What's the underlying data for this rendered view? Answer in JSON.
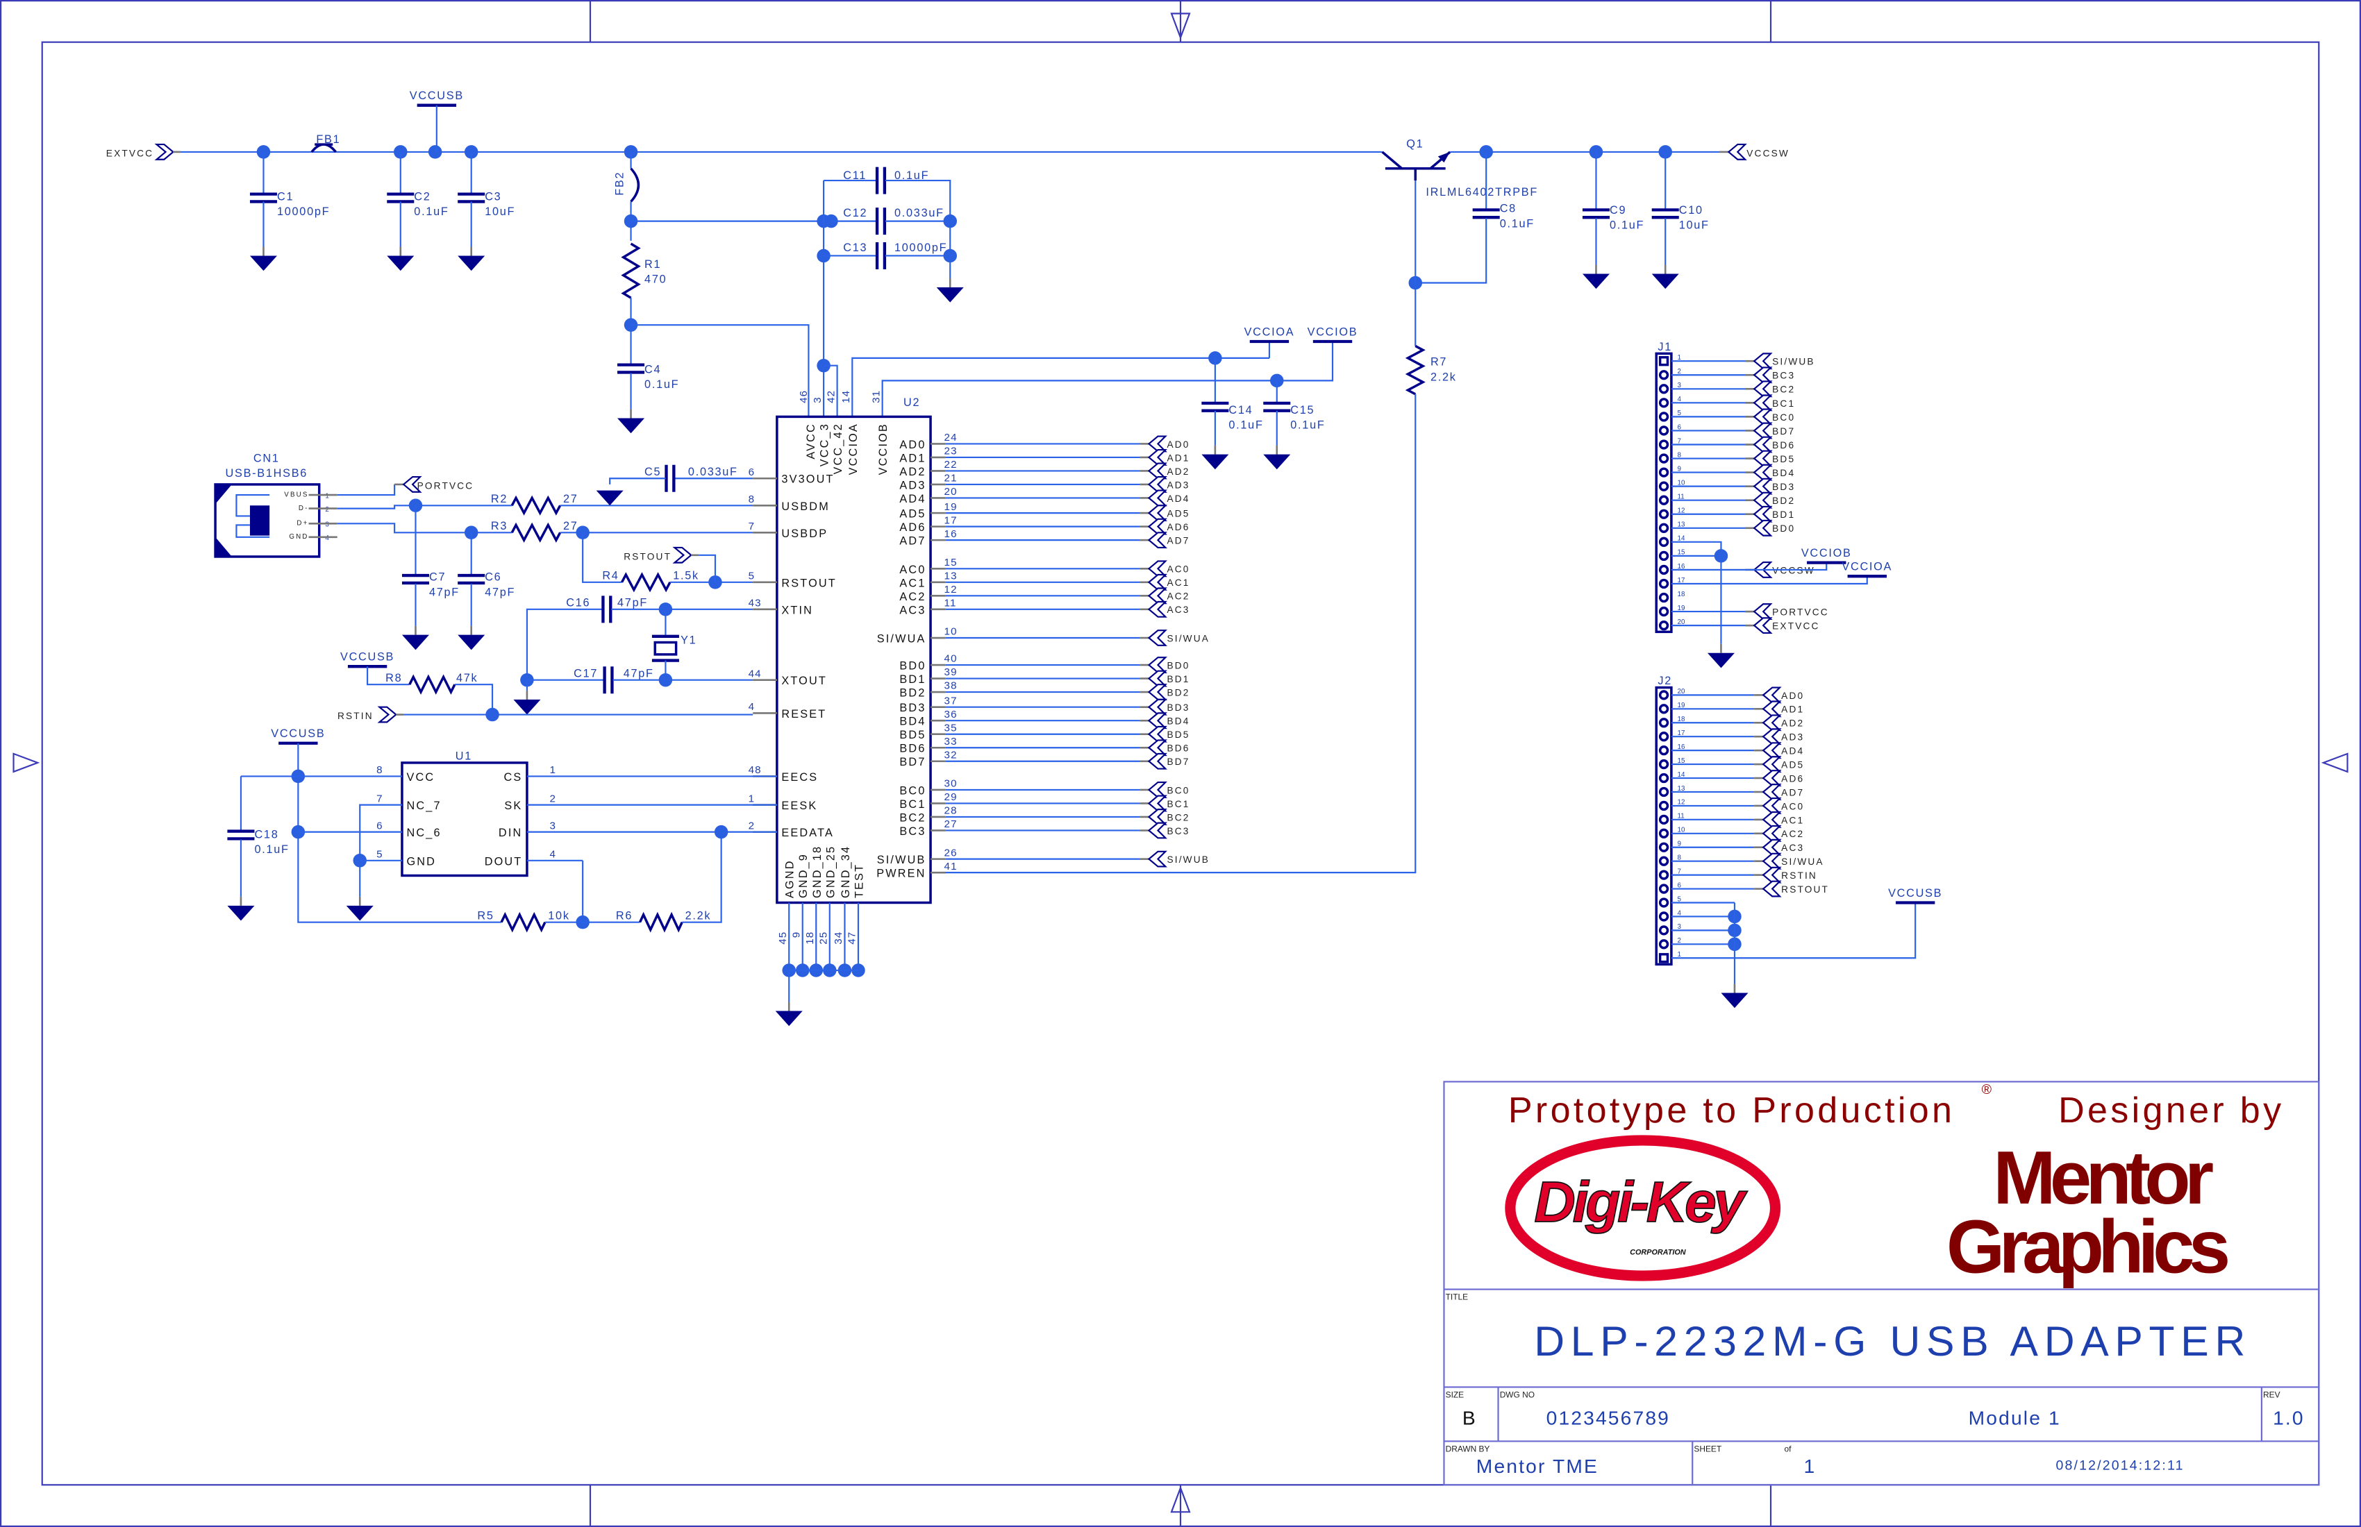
{
  "colors": {
    "wire": "#2a62e8",
    "symbol": "#00008b",
    "junction": "#2a5fe0",
    "slogan": "#8b0000",
    "digikey": "#e0002a",
    "text": "#1e3fae"
  },
  "titleblock": {
    "slogan": "Prototype to Production",
    "reg": "®",
    "designer": "Designer by",
    "digikey_logo": "Digi-Key",
    "digikey_corp": "CORPORATION",
    "mentor_logo_1": "Mentor",
    "mentor_logo_2": "Graphics",
    "title_label": "TITLE",
    "title": "DLP-2232M-G USB ADAPTER",
    "size_label": "SIZE",
    "size": "B",
    "dwg_label": "DWG NO",
    "dwg_no": "0123456789",
    "module": "Module 1",
    "rev_label": "REV",
    "rev": "1.0",
    "drawn_label": "DRAWN BY",
    "drawn_by": "Mentor TME",
    "sheet_label": "SHEET",
    "of_label": "of",
    "sheet": "1",
    "date": "08/12/2014:12:11"
  },
  "nets": {
    "extvcc": "EXTVCC",
    "vccusb": "VCCUSB",
    "vccsw": "VCCSW",
    "vccioa": "VCCIOA",
    "vcciob": "VCCIOB",
    "portvcc": "PORTVCC",
    "rstout": "RSTOUT",
    "rstin": "RSTIN"
  },
  "parts": {
    "FB1": {
      "ref": "FB1"
    },
    "FB2": {
      "ref": "FB2"
    },
    "C1": {
      "ref": "C1",
      "value": "10000pF"
    },
    "C2": {
      "ref": "C2",
      "value": "0.1uF"
    },
    "C3": {
      "ref": "C3",
      "value": "10uF"
    },
    "C4": {
      "ref": "C4",
      "value": "0.1uF"
    },
    "C5": {
      "ref": "C5",
      "value": "0.033uF"
    },
    "C6": {
      "ref": "C6",
      "value": "47pF"
    },
    "C7": {
      "ref": "C7",
      "value": "47pF"
    },
    "C8": {
      "ref": "C8",
      "value": "0.1uF"
    },
    "C9": {
      "ref": "C9",
      "value": "0.1uF"
    },
    "C10": {
      "ref": "C10",
      "value": "10uF"
    },
    "C11": {
      "ref": "C11",
      "value": "0.1uF"
    },
    "C12": {
      "ref": "C12",
      "value": "0.033uF"
    },
    "C13": {
      "ref": "C13",
      "value": "10000pF"
    },
    "C14": {
      "ref": "C14",
      "value": "0.1uF"
    },
    "C15": {
      "ref": "C15",
      "value": "0.1uF"
    },
    "C16": {
      "ref": "C16",
      "value": "47pF"
    },
    "C17": {
      "ref": "C17",
      "value": "47pF"
    },
    "C18": {
      "ref": "C18",
      "value": "0.1uF"
    },
    "R1": {
      "ref": "R1",
      "value": "470"
    },
    "R2": {
      "ref": "R2",
      "value": "27"
    },
    "R3": {
      "ref": "R3",
      "value": "27"
    },
    "R4": {
      "ref": "R4",
      "value": "1.5k"
    },
    "R5": {
      "ref": "R5",
      "value": "10k"
    },
    "R6": {
      "ref": "R6",
      "value": "2.2k"
    },
    "R7": {
      "ref": "R7",
      "value": "2.2k"
    },
    "R8": {
      "ref": "R8",
      "value": "47k"
    },
    "Q1": {
      "ref": "Q1",
      "value": "IRLML6402TRPBF"
    },
    "Y1": {
      "ref": "Y1"
    },
    "CN1": {
      "ref": "CN1",
      "value": "USB-B1HSB6",
      "pins": [
        {
          "name": "VBUS",
          "pin": "1"
        },
        {
          "name": "D-",
          "pin": "2"
        },
        {
          "name": "D+",
          "pin": "3"
        },
        {
          "name": "GND",
          "pin": "4"
        }
      ]
    }
  },
  "u2": {
    "ref": "U2",
    "top": [
      {
        "name": "AVCC",
        "pin": "46"
      },
      {
        "name": "VCC_3",
        "pin": "3"
      },
      {
        "name": "VCC_42",
        "pin": "42"
      },
      {
        "name": "VCCIOA",
        "pin": "14"
      },
      {
        "name": "VCCIOB",
        "pin": "31"
      }
    ],
    "left": [
      {
        "name": "3V3OUT",
        "pin": "6"
      },
      {
        "name": "USBDM",
        "pin": "8"
      },
      {
        "name": "USBDP",
        "pin": "7"
      },
      {
        "name": "RSTOUT",
        "pin": "5"
      },
      {
        "name": "XTIN",
        "pin": "43"
      },
      {
        "name": "XTOUT",
        "pin": "44"
      },
      {
        "name": "RESET",
        "pin": "4"
      },
      {
        "name": "EECS",
        "pin": "48"
      },
      {
        "name": "EESK",
        "pin": "1"
      },
      {
        "name": "EEDATA",
        "pin": "2"
      }
    ],
    "right": [
      {
        "name": "AD0",
        "pin": "24",
        "net": "AD0"
      },
      {
        "name": "AD1",
        "pin": "23",
        "net": "AD1"
      },
      {
        "name": "AD2",
        "pin": "22",
        "net": "AD2"
      },
      {
        "name": "AD3",
        "pin": "21",
        "net": "AD3"
      },
      {
        "name": "AD4",
        "pin": "20",
        "net": "AD4"
      },
      {
        "name": "AD5",
        "pin": "19",
        "net": "AD5"
      },
      {
        "name": "AD6",
        "pin": "17",
        "net": "AD6"
      },
      {
        "name": "AD7",
        "pin": "16",
        "net": "AD7"
      },
      {
        "name": "AC0",
        "pin": "15",
        "net": "AC0"
      },
      {
        "name": "AC1",
        "pin": "13",
        "net": "AC1"
      },
      {
        "name": "AC2",
        "pin": "12",
        "net": "AC2"
      },
      {
        "name": "AC3",
        "pin": "11",
        "net": "AC3"
      },
      {
        "name": "SI/WUA",
        "pin": "10",
        "net": "SI/WUA"
      },
      {
        "name": "BD0",
        "pin": "40",
        "net": "BD0"
      },
      {
        "name": "BD1",
        "pin": "39",
        "net": "BD1"
      },
      {
        "name": "BD2",
        "pin": "38",
        "net": "BD2"
      },
      {
        "name": "BD3",
        "pin": "37",
        "net": "BD3"
      },
      {
        "name": "BD4",
        "pin": "36",
        "net": "BD4"
      },
      {
        "name": "BD5",
        "pin": "35",
        "net": "BD5"
      },
      {
        "name": "BD6",
        "pin": "33",
        "net": "BD6"
      },
      {
        "name": "BD7",
        "pin": "32",
        "net": "BD7"
      },
      {
        "name": "BC0",
        "pin": "30",
        "net": "BC0"
      },
      {
        "name": "BC1",
        "pin": "29",
        "net": "BC1"
      },
      {
        "name": "BC2",
        "pin": "28",
        "net": "BC2"
      },
      {
        "name": "BC3",
        "pin": "27",
        "net": "BC3"
      },
      {
        "name": "SI/WUB",
        "pin": "26",
        "net": "SI/WUB"
      },
      {
        "name": "PWREN",
        "pin": "41"
      }
    ],
    "bottom": [
      {
        "name": "AGND",
        "pin": "45"
      },
      {
        "name": "GND_9",
        "pin": "9"
      },
      {
        "name": "GND_18",
        "pin": "18"
      },
      {
        "name": "GND_25",
        "pin": "25"
      },
      {
        "name": "GND_34",
        "pin": "34"
      },
      {
        "name": "TEST",
        "pin": "47"
      }
    ]
  },
  "u1": {
    "ref": "U1",
    "left": [
      {
        "name": "VCC",
        "pin": "8"
      },
      {
        "name": "NC_7",
        "pin": "7"
      },
      {
        "name": "NC_6",
        "pin": "6"
      },
      {
        "name": "GND",
        "pin": "5"
      }
    ],
    "right": [
      {
        "name": "CS",
        "pin": "1"
      },
      {
        "name": "SK",
        "pin": "2"
      },
      {
        "name": "DIN",
        "pin": "3"
      },
      {
        "name": "DOUT",
        "pin": "4"
      }
    ]
  },
  "j1": {
    "ref": "J1",
    "pins": [
      {
        "pin": "1",
        "net": "SI/WUB"
      },
      {
        "pin": "2",
        "net": "BC3"
      },
      {
        "pin": "3",
        "net": "BC2"
      },
      {
        "pin": "4",
        "net": "BC1"
      },
      {
        "pin": "5",
        "net": "BC0"
      },
      {
        "pin": "6",
        "net": "BD7"
      },
      {
        "pin": "7",
        "net": "BD6"
      },
      {
        "pin": "8",
        "net": "BD5"
      },
      {
        "pin": "9",
        "net": "BD4"
      },
      {
        "pin": "10",
        "net": "BD3"
      },
      {
        "pin": "11",
        "net": "BD2"
      },
      {
        "pin": "12",
        "net": "BD1"
      },
      {
        "pin": "13",
        "net": "BD0"
      },
      {
        "pin": "14"
      },
      {
        "pin": "15"
      },
      {
        "pin": "16",
        "net": "VCCSW"
      },
      {
        "pin": "17"
      },
      {
        "pin": "18"
      },
      {
        "pin": "19",
        "net": "PORTVCC"
      },
      {
        "pin": "20",
        "net": "EXTVCC"
      }
    ]
  },
  "j2": {
    "ref": "J2",
    "pins": [
      {
        "pin": "20",
        "net": "AD0"
      },
      {
        "pin": "19",
        "net": "AD1"
      },
      {
        "pin": "18",
        "net": "AD2"
      },
      {
        "pin": "17",
        "net": "AD3"
      },
      {
        "pin": "16",
        "net": "AD4"
      },
      {
        "pin": "15",
        "net": "AD5"
      },
      {
        "pin": "14",
        "net": "AD6"
      },
      {
        "pin": "13",
        "net": "AD7"
      },
      {
        "pin": "12",
        "net": "AC0"
      },
      {
        "pin": "11",
        "net": "AC1"
      },
      {
        "pin": "10",
        "net": "AC2"
      },
      {
        "pin": "9",
        "net": "AC3"
      },
      {
        "pin": "8",
        "net": "SI/WUA"
      },
      {
        "pin": "7",
        "net": "RSTIN"
      },
      {
        "pin": "6",
        "net": "RSTOUT"
      },
      {
        "pin": "5"
      },
      {
        "pin": "4"
      },
      {
        "pin": "3"
      },
      {
        "pin": "2"
      },
      {
        "pin": "1"
      }
    ]
  }
}
